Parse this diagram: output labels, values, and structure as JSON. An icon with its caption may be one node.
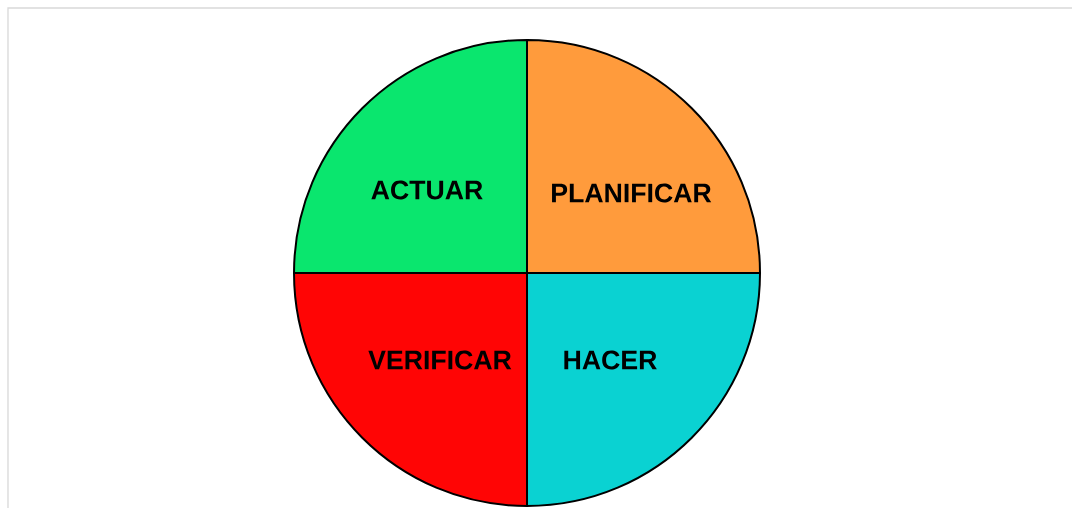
{
  "diagram": {
    "nodes": [
      {
        "text": [
          "ACTUAR"
        ]
      },
      {
        "text": [
          "PLANIFICAR"
        ]
      },
      {
        "text": [
          "VERIFICAR"
        ]
      },
      {
        "text": [
          "HACER"
        ]
      }
    ]
  }
}
